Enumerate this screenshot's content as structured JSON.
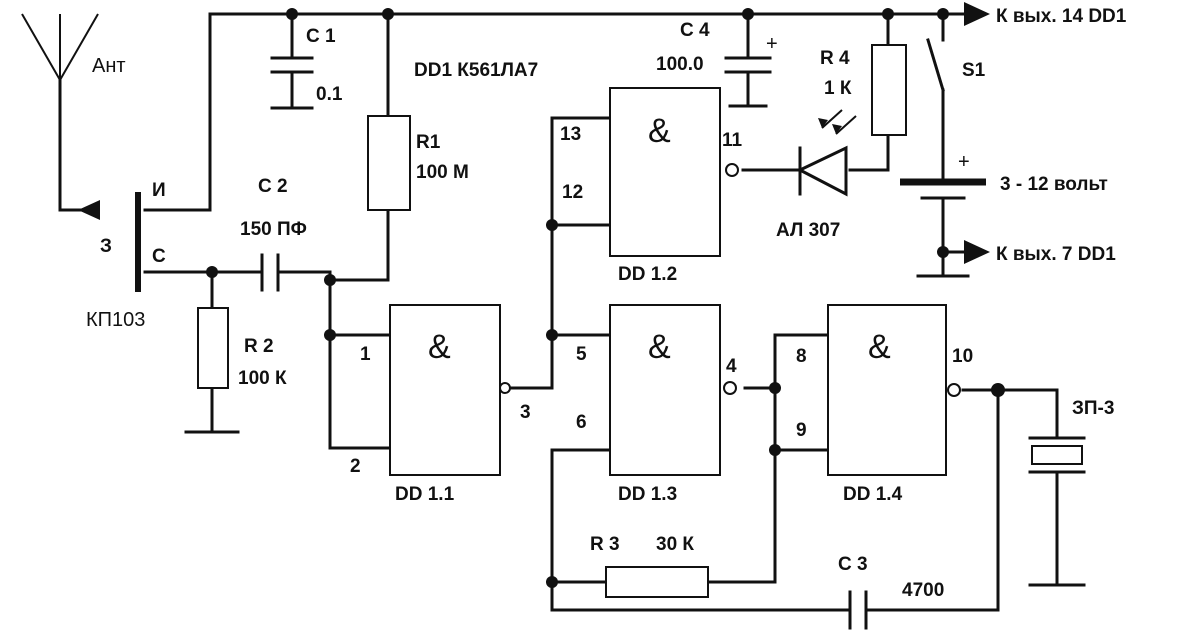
{
  "title": "DD1 К561ЛА7",
  "antenna": {
    "label": "Ант"
  },
  "transistor": {
    "name": "КП103",
    "gate": "З",
    "source": "И",
    "drain": "С"
  },
  "components": {
    "c1": {
      "ref": "С 1",
      "value": "0.1"
    },
    "c2": {
      "ref": "С 2",
      "value": "150 ПФ"
    },
    "c3": {
      "ref": "С 3",
      "value": "4700"
    },
    "c4": {
      "ref": "С 4",
      "value": "100.0",
      "polarity": "+"
    },
    "r1": {
      "ref": "R1",
      "value": "100 M"
    },
    "r2": {
      "ref": "R 2",
      "value": "100 К"
    },
    "r3": {
      "ref": "R 3",
      "value": "30 К"
    },
    "r4": {
      "ref": "R 4",
      "value": "1 К"
    },
    "led": {
      "name": "АЛ 307"
    },
    "switch": {
      "ref": "S1"
    },
    "battery": {
      "label": "3 - 12 вольт",
      "polarity": "+"
    },
    "piezo": {
      "name": "ЗП-3"
    }
  },
  "gates": {
    "dd11": {
      "name": "DD 1.1",
      "symbol": "&",
      "pins": [
        "1",
        "2",
        "3"
      ]
    },
    "dd12": {
      "name": "DD 1.2",
      "symbol": "&",
      "pins": [
        "13",
        "12",
        "11"
      ]
    },
    "dd13": {
      "name": "DD 1.3",
      "symbol": "&",
      "pins": [
        "5",
        "6",
        "4"
      ]
    },
    "dd14": {
      "name": "DD 1.4",
      "symbol": "&",
      "pins": [
        "8",
        "9",
        "10"
      ]
    }
  },
  "outputs": {
    "pin14": "К вых. 14 DD1",
    "pin7": "К вых. 7 DD1"
  }
}
